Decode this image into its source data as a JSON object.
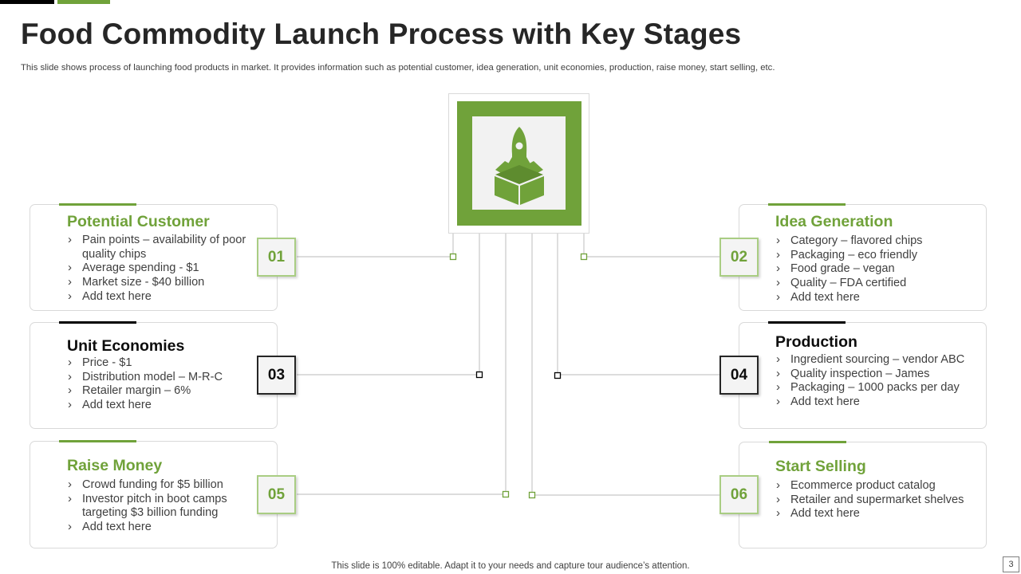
{
  "title": "Food Commodity Launch Process with Key Stages",
  "subtitle": "This slide shows process of launching food products in market. It provides information such as potential customer, idea generation, unit economies, production, raise money, start selling, etc.",
  "hero": {
    "icon": "rocket-box-icon"
  },
  "colors": {
    "accent_green": "#70a23a",
    "accent_black": "#000000",
    "badge_green_border": "#a9cd83"
  },
  "stages": [
    {
      "num": "01",
      "title": "Potential Customer",
      "items": [
        "Pain points – availability of poor quality chips",
        "Average spending - $1",
        "Market size -  $40 billion",
        "Add text here"
      ]
    },
    {
      "num": "02",
      "title": "Idea Generation",
      "items": [
        "Category – flavored chips",
        "Packaging – eco friendly",
        "Food grade – vegan",
        "Quality – FDA certified",
        "Add text here"
      ]
    },
    {
      "num": "03",
      "title": "Unit Economies",
      "items": [
        "Price - $1",
        "Distribution model – M-R-C",
        "Retailer margin – 6%",
        "Add text here"
      ]
    },
    {
      "num": "04",
      "title": "Production",
      "items": [
        "Ingredient sourcing – vendor ABC",
        "Quality inspection – James",
        "Packaging – 1000 packs per day",
        "Add text here"
      ]
    },
    {
      "num": "05",
      "title": "Raise Money",
      "items": [
        "Crowd funding for $5 billion",
        "Investor pitch in boot camps targeting $3 billion funding",
        "Add text here"
      ]
    },
    {
      "num": "06",
      "title": "Start Selling",
      "items": [
        "Ecommerce product catalog",
        "Retailer and supermarket shelves",
        "Add text here"
      ]
    }
  ],
  "footer": "This slide is 100% editable. Adapt it to your needs and capture tour audience’s attention.",
  "page_number": "3"
}
